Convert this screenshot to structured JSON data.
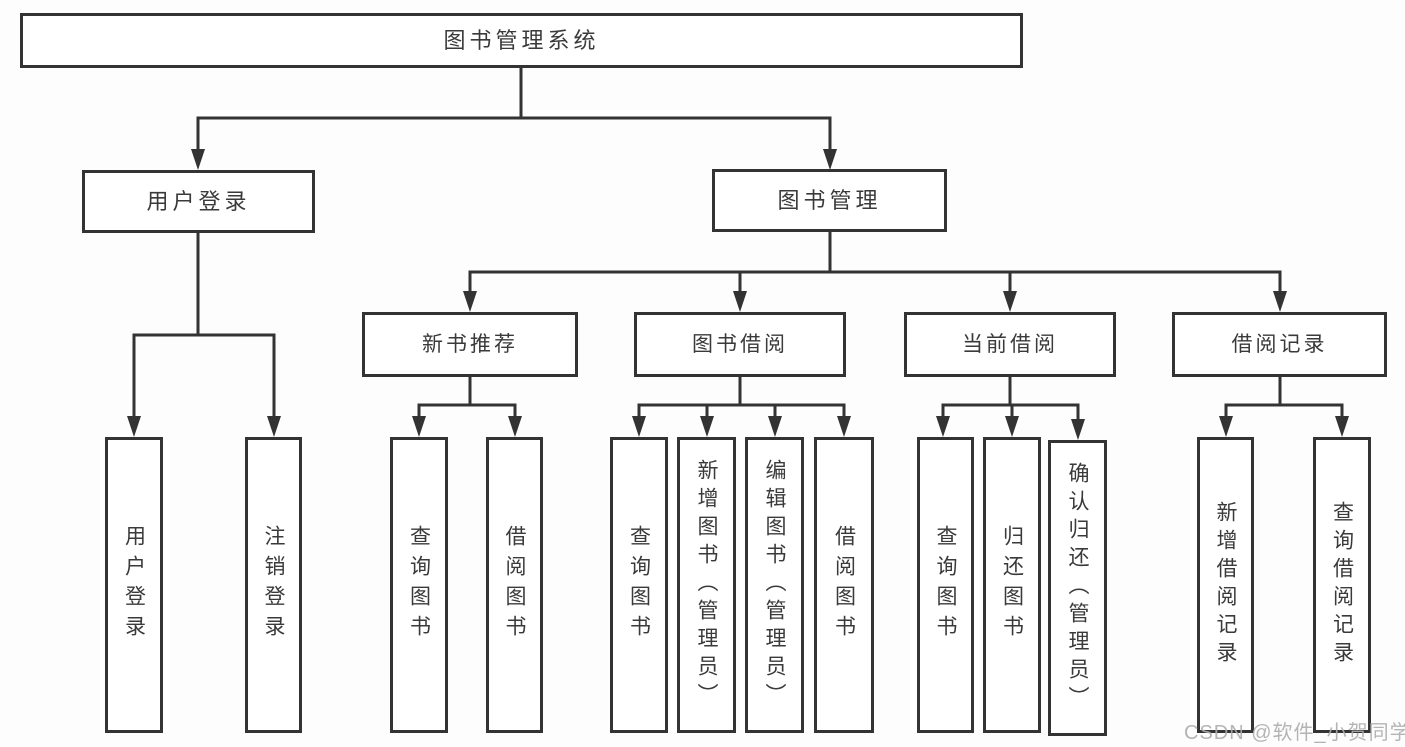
{
  "diagram": {
    "root": "图书管理系统",
    "level2": {
      "user_login": "用户登录",
      "book_mgmt": "图书管理"
    },
    "level3": {
      "new_books": "新书推荐",
      "book_borrow": "图书借阅",
      "current_borrow": "当前借阅",
      "borrow_records": "借阅记录"
    },
    "leaves": {
      "user_login": [
        "用户登录",
        "注销登录"
      ],
      "new_books": [
        "查询图书",
        "借阅图书"
      ],
      "book_borrow": [
        "查询图书",
        "新增图书（管理员）",
        "编辑图书（管理员）",
        "借阅图书"
      ],
      "current_borrow": [
        "查询图书",
        "归还图书",
        "确认归还（管理员）"
      ],
      "borrow_records": [
        "新增借阅记录",
        "查询借阅记录"
      ]
    }
  },
  "watermark": "CSDN @软件_小贺同学",
  "colors": {
    "line": "#333333",
    "text": "#3a3a3a",
    "box_bg": "#ffffff",
    "watermark": "#adadad"
  }
}
